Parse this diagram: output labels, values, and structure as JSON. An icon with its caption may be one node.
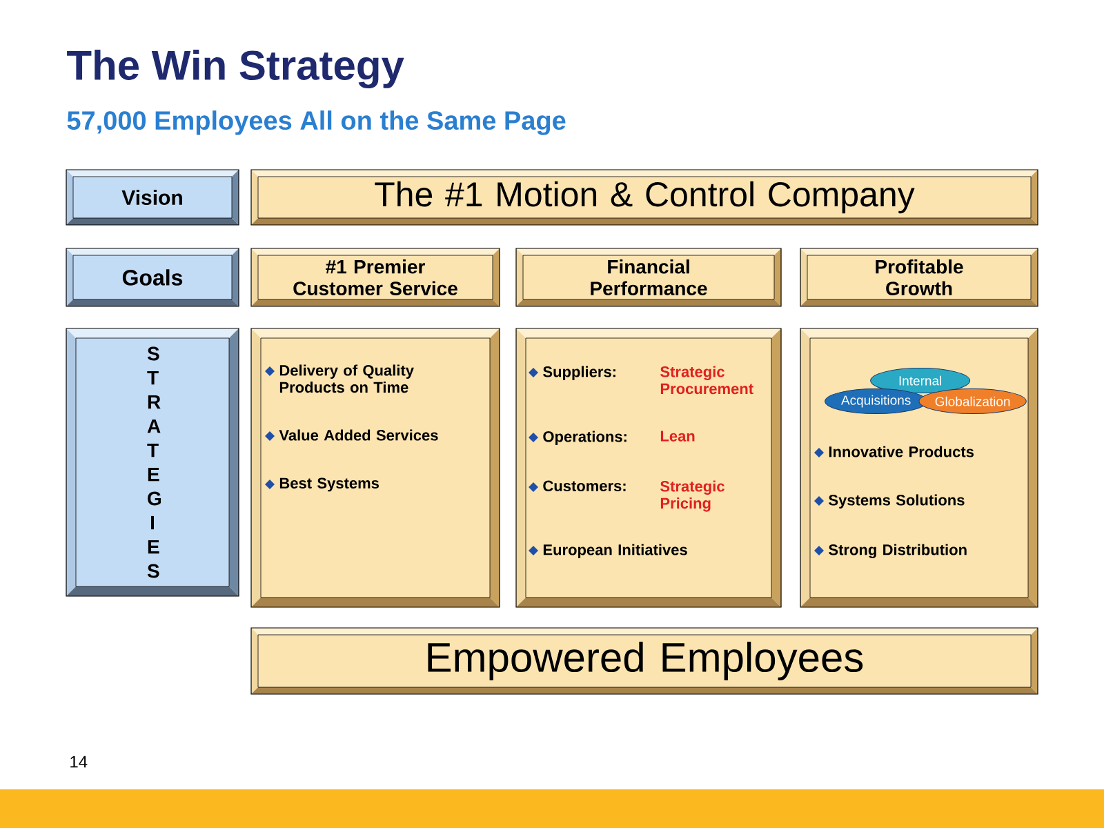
{
  "diagram": {
    "title": "The Win Strategy",
    "nodes": [
      {
        "text": [
          "Vision"
        ]
      },
      {
        "text": [
          "The #1 Motion & Control Company"
        ]
      },
      {
        "text": [
          "Goals"
        ]
      },
      {
        "text": [
          "#1 Premier Customer Service"
        ]
      },
      {
        "text": [
          "Financial Performance"
        ]
      },
      {
        "text": [
          "Profitable Growth"
        ]
      },
      {
        "text": [
          "S T R A T E G I E S"
        ]
      },
      {
        "text": [
          "Delivery of Quality Products on Time",
          "Value Added Services",
          "Best Systems"
        ]
      },
      {
        "text": [
          "Suppliers:",
          "Strategic Procurement",
          "Operations:",
          "Lean",
          "Customers:",
          "Strategic Pricing",
          "European Initiatives"
        ]
      },
      {
        "text": [
          "Innovative Products",
          "Systems Solutions",
          "Strong Distribution"
        ]
      },
      {
        "text": [
          "Internal"
        ],
        "in": 9
      },
      {
        "text": [
          "Acquisitions"
        ],
        "in": 9
      },
      {
        "text": [
          "Globalization"
        ],
        "in": 9
      },
      {
        "text": [
          "Empowered Employees"
        ]
      }
    ],
    "edges": [],
    "labels": [
      "57,000 Employees All on the Same Page",
      "14"
    ]
  }
}
